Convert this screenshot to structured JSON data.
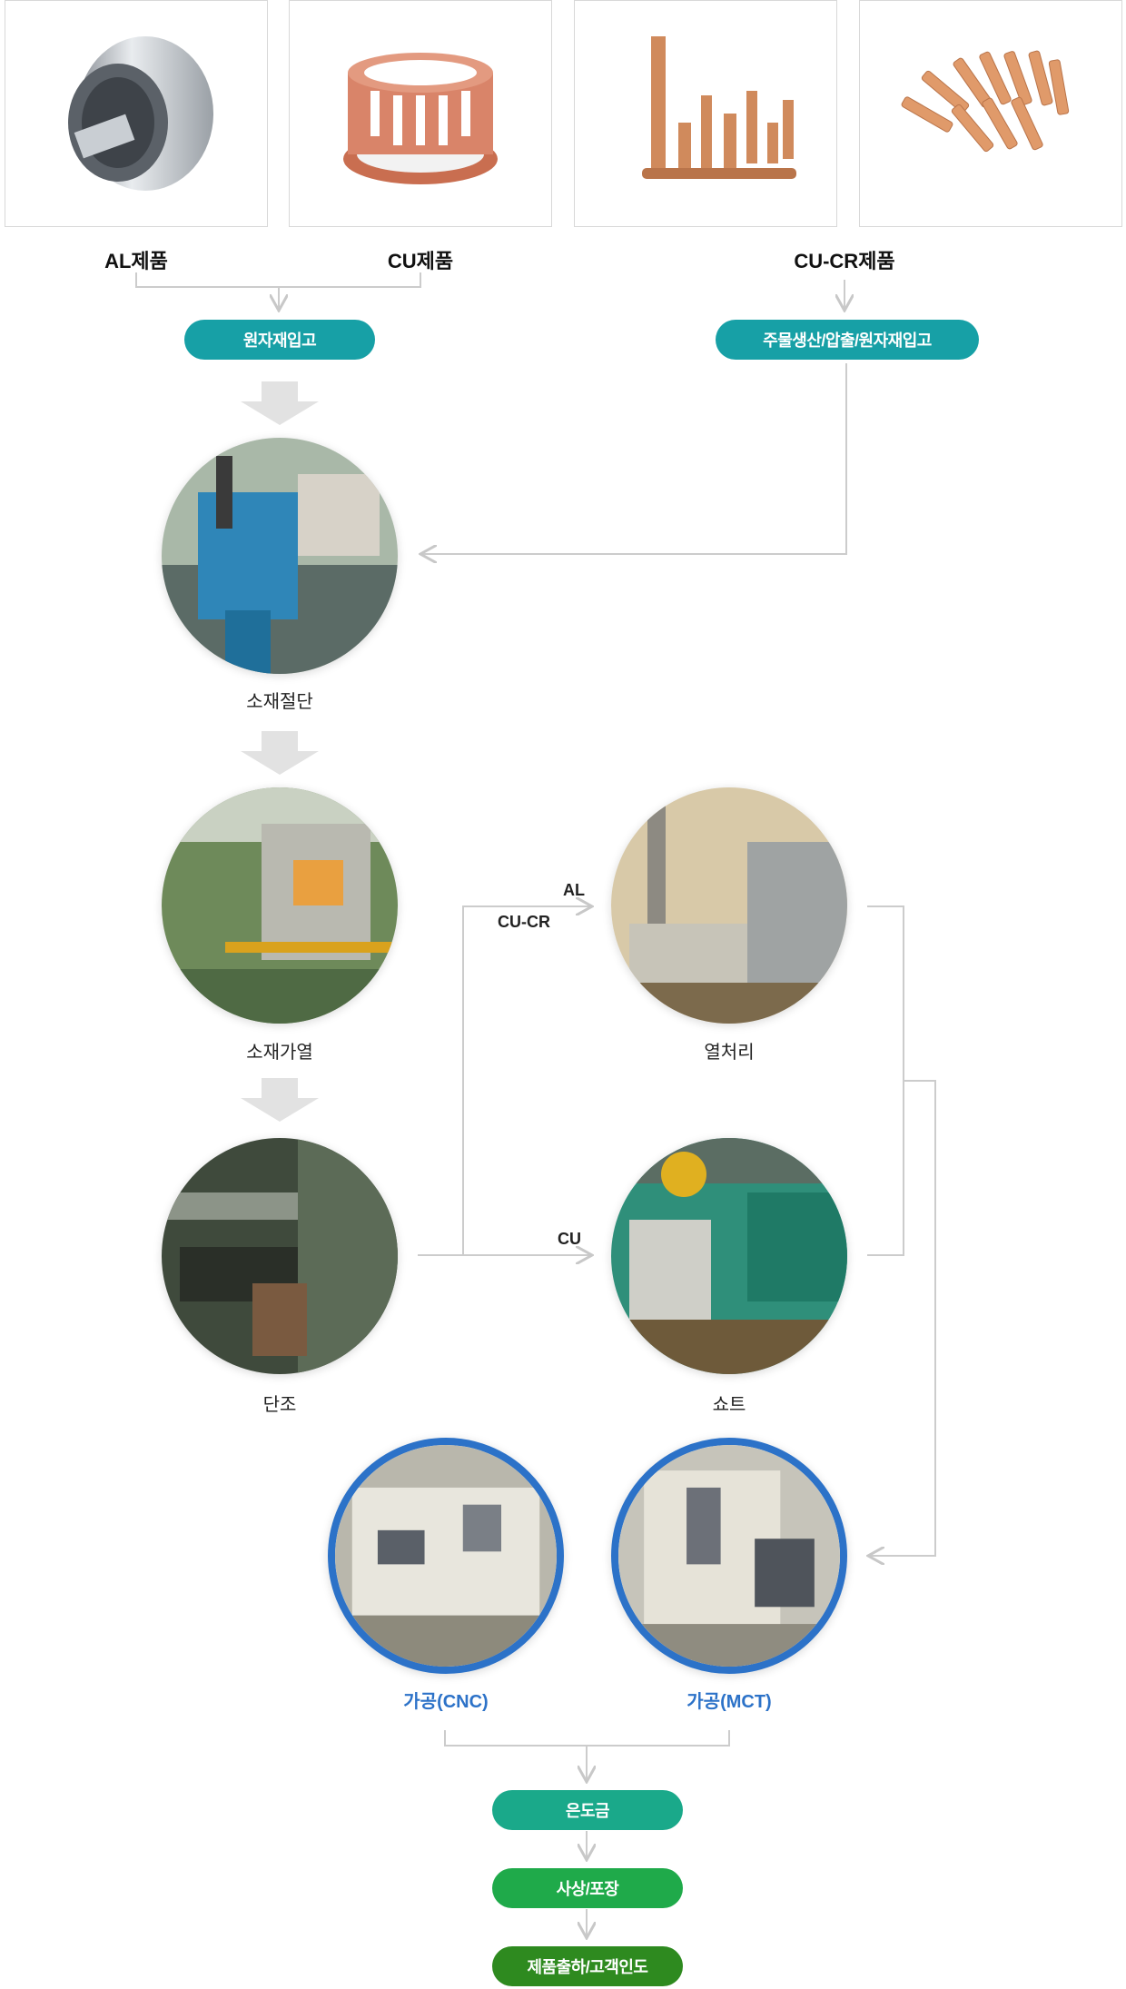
{
  "products": [
    {
      "label": "AL제품"
    },
    {
      "label": "CU제품"
    },
    {
      "label": "CU-CR제품"
    }
  ],
  "intake": {
    "left": "원자재입고",
    "right": "주물생산/압출/원자재입고"
  },
  "steps": {
    "cutting": "소재절단",
    "heating": "소재가열",
    "forging": "단조",
    "heat_treatment": "열처리",
    "shot": "쇼트",
    "cnc": "가공(CNC)",
    "mct": "가공(MCT)"
  },
  "routes": {
    "al": "AL",
    "cucr": "CU-CR",
    "cu": "CU"
  },
  "final": {
    "silver": "은도금",
    "finish": "사상/포장",
    "delivery": "제품출하/고객인도"
  },
  "colors": {
    "teal": "#17a0a6",
    "teal_green": "#1aa98a",
    "green": "#1faa4a",
    "dark_green": "#2e8a1f",
    "accent_blue": "#2c72c8",
    "connector": "#cccccc"
  },
  "icons": [
    "al-cylinder-image",
    "cu-ring-image",
    "cucr-rods-image",
    "cucr-parts-image"
  ]
}
